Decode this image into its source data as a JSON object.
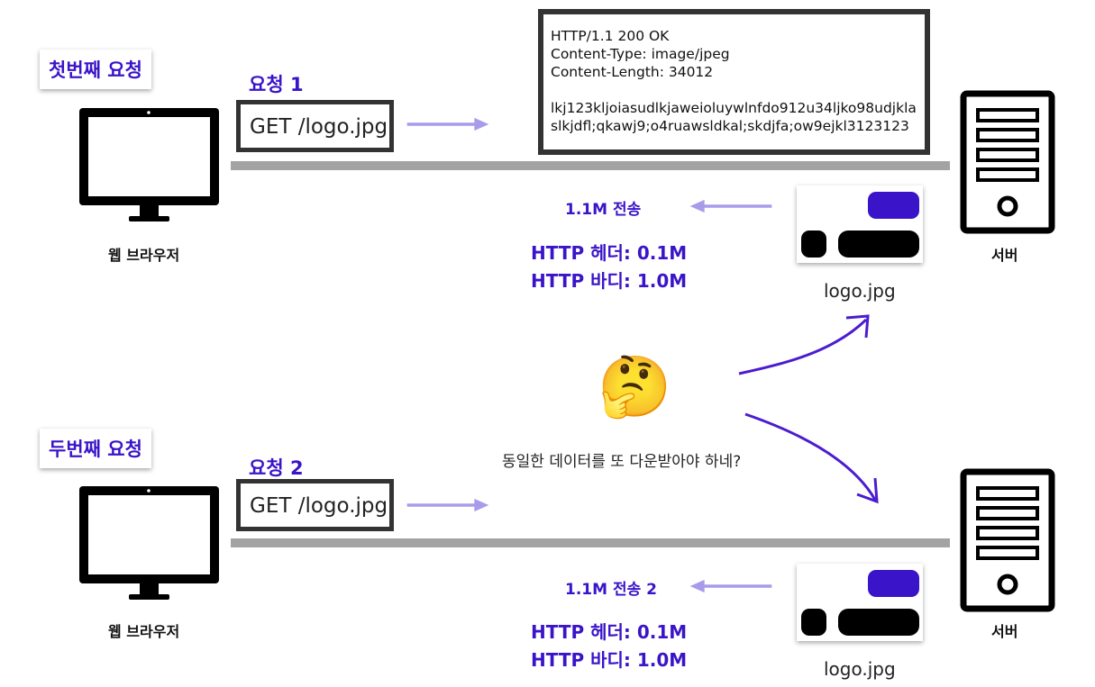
{
  "first_request": {
    "badge": "첫번째 요청",
    "label": "요청 1",
    "get_line": "GET /logo.jpg",
    "client_label": "웹 브라우저",
    "server_label": "서버",
    "transfer_label": "1.1M 전송",
    "header_size": "HTTP 헤더: 0.1M",
    "body_size": "HTTP 바디: 1.0M",
    "file_label": "logo.jpg"
  },
  "response": {
    "lines": [
      "HTTP/1.1 200 OK",
      "Content-Type: image/jpeg",
      "Content-Length: 34012",
      "",
      "lkj123kljoiasudlkjaweioluywlnfdo912u34ljko98udjkla",
      "slkjdfl;qkawj9;o4ruawsldkal;skdjfa;ow9ejkl3123123"
    ]
  },
  "question": {
    "emoji": "🤔",
    "text": "동일한 데이터를 또 다운받아야 하네?"
  },
  "second_request": {
    "badge": "두번째 요청",
    "label": "요청 2",
    "get_line": "GET /logo.jpg",
    "client_label": "웹 브라우저",
    "server_label": "서버",
    "transfer_label": "1.1M 전송 2",
    "header_size": "HTTP 헤더: 0.1M",
    "body_size": "HTTP 바디: 1.0M",
    "file_label": "logo.jpg"
  },
  "colors": {
    "accent": "#3a14c8",
    "arrow": "#a99bea",
    "line": "#a3a3a3"
  },
  "icons": {
    "client": "monitor-icon",
    "server": "server-tower-icon",
    "image": "image-thumbnail-icon",
    "thinking": "thinking-face-emoji"
  }
}
